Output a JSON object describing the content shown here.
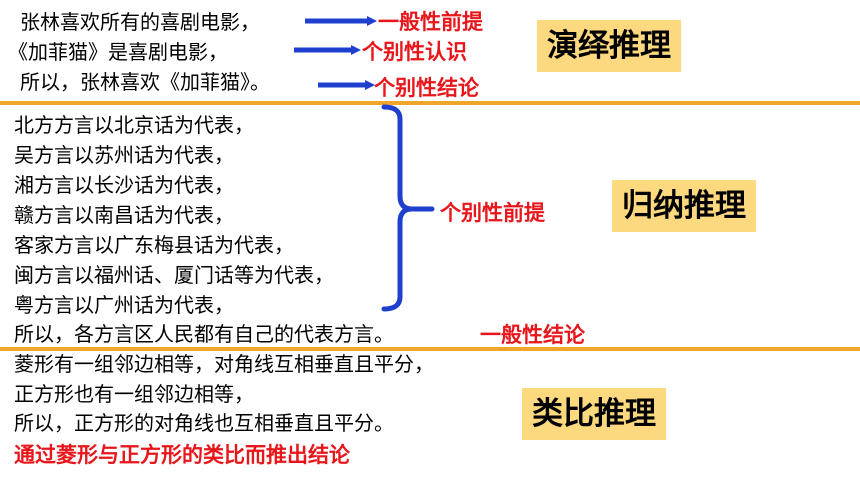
{
  "deduction": {
    "lines": [
      "张林喜欢所有的喜剧电影，",
      "《加菲猫》是喜剧电影，",
      "所以，张林喜欢《加菲猫》。"
    ],
    "notes": [
      "一般性前提",
      "个别性认识",
      "个别性结论"
    ],
    "tag": "演绎推理"
  },
  "induction": {
    "lines": [
      "北方方言以北京话为代表，",
      "吴方言以苏州话为代表，",
      "湘方言以长沙话为代表，",
      "赣方言以南昌话为代表，",
      "客家方言以广东梅县话为代表，",
      "闽方言以福州话、厦门话等为代表，",
      "粤方言以广州话为代表，",
      "所以，各方言区人民都有自己的代表方言。"
    ],
    "brace_note": "个别性前提",
    "conclusion_note": "一般性结论",
    "tag": "归纳推理"
  },
  "analogy": {
    "lines": [
      "菱形有一组邻边相等，对角线互相垂直且平分，",
      "正方形也有一组邻边相等，",
      "所以，正方形的对角线也互相垂直且平分。"
    ],
    "note": "通过菱形与正方形的类比而推出结论",
    "tag": "类比推理"
  },
  "colors": {
    "arrow": "#1f3fcf",
    "emphasis": "#e8161b",
    "tag_bg": "#fcd97e",
    "separator": "#f0a52b"
  }
}
